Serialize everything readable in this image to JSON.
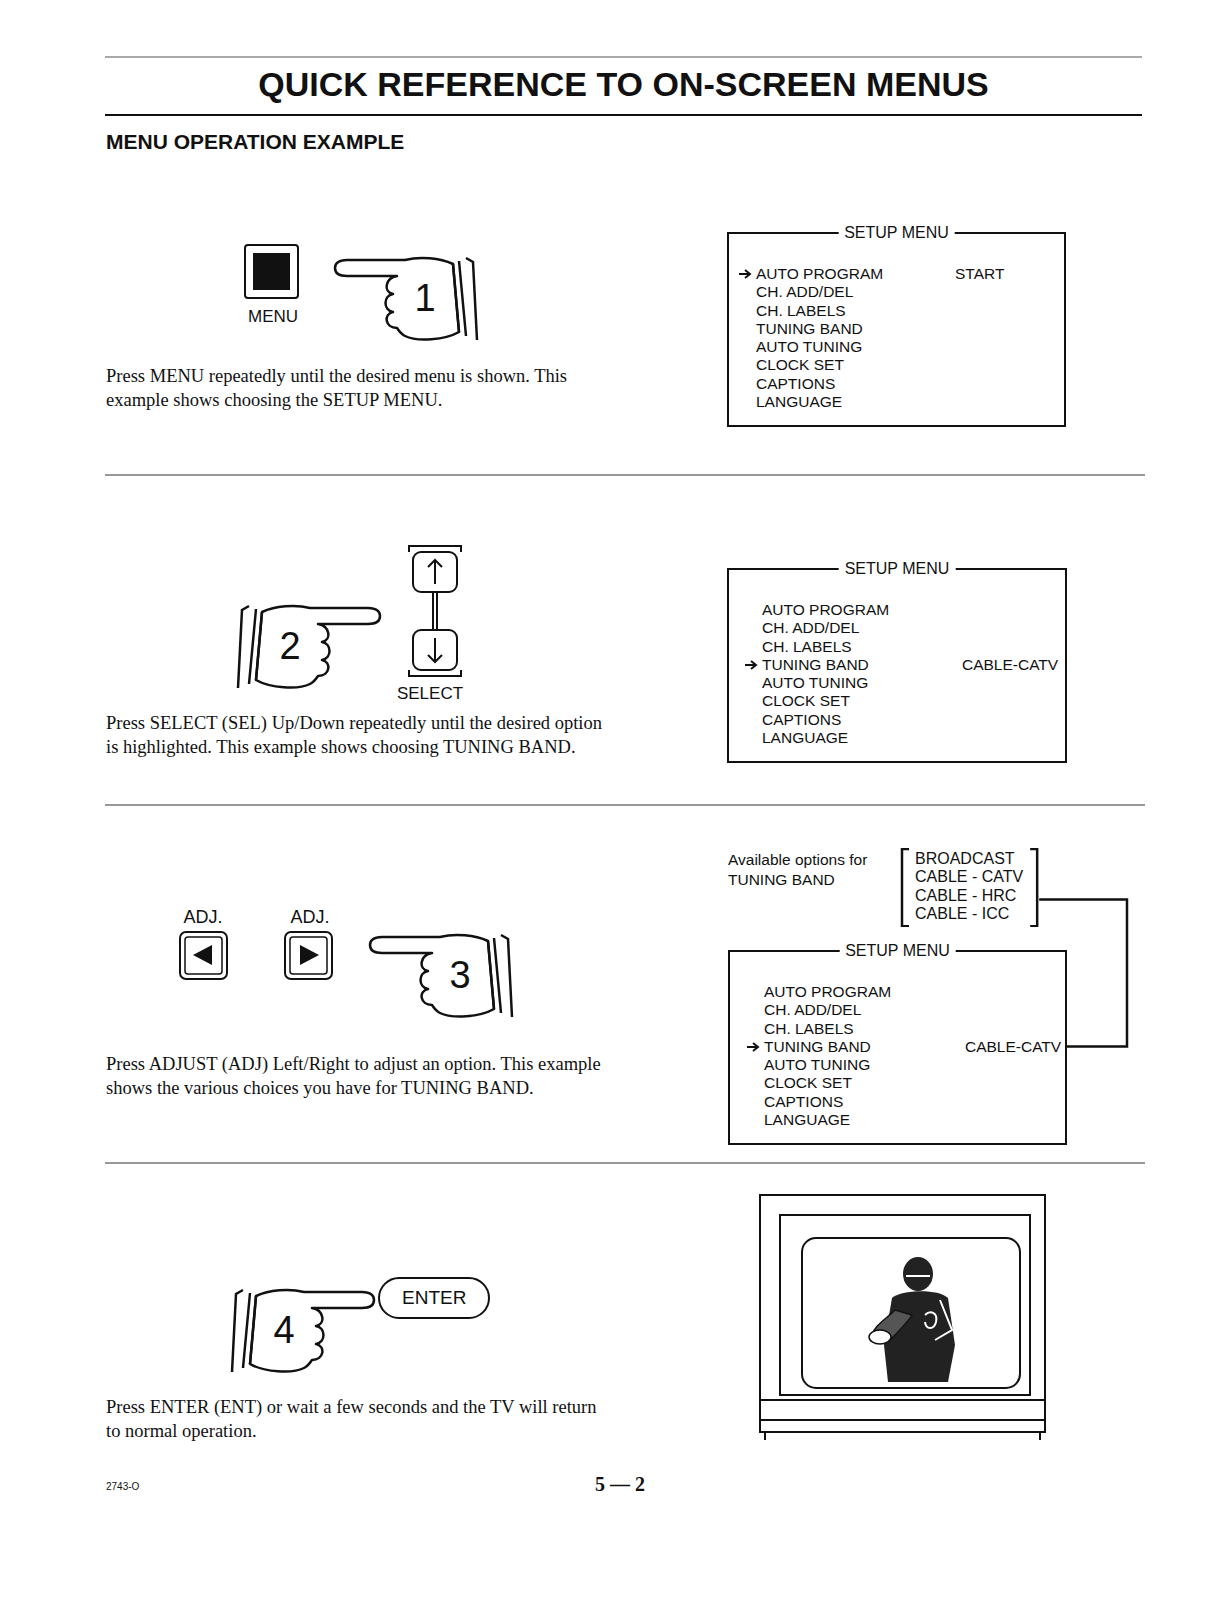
{
  "diagram": {
    "title": "QUICK REFERENCE TO ON-SCREEN MENUS",
    "nodes": [
      {
        "text": [
          "SETUP MENU",
          "AUTO PROGRAM",
          "CH. ADD/DEL",
          "CH. LABELS",
          "TUNING BAND",
          "AUTO TUNING",
          "CLOCK SET",
          "CAPTIONS",
          "LANGUAGE",
          "START"
        ]
      },
      {
        "text": [
          "SETUP MENU",
          "AUTO PROGRAM",
          "CH. ADD/DEL",
          "CH. LABELS",
          "TUNING BAND",
          "AUTO TUNING",
          "CLOCK SET",
          "CAPTIONS",
          "LANGUAGE",
          "CABLE-CATV"
        ]
      },
      {
        "text": [
          "BROADCAST",
          "CABLE - CATV",
          "CABLE - HRC",
          "CABLE - ICC"
        ]
      },
      {
        "text": [
          "SETUP MENU",
          "AUTO PROGRAM",
          "CH. ADD/DEL",
          "CH. LABELS",
          "TUNING BAND",
          "AUTO TUNING",
          "CLOCK SET",
          "CAPTIONS",
          "LANGUAGE",
          "CABLE-CATV"
        ]
      },
      {
        "text": [
          "ENTER"
        ]
      }
    ],
    "edges": [
      {
        "from": 2,
        "to": 3,
        "arrow": "none"
      }
    ],
    "labels": [
      "MENU OPERATION EXAMPLE",
      "MENU",
      "1",
      "Press MENU repeatedly until the desired menu is shown. This example shows choosing the SETUP MENU.",
      "2",
      "SELECT",
      "Press SELECT (SEL) Up/Down repeatedly until the desired option is highlighted. This example shows choosing TUNING BAND.",
      "ADJ.",
      "ADJ.",
      "3",
      "Press ADJUST (ADJ) Left/Right to adjust an option. This example shows the various choices you have for TUNING BAND.",
      "Available options for TUNING BAND",
      "4",
      "Press ENTER (ENT) or wait a few seconds and the TV will return to normal operation.",
      "2743-O",
      "5 — 2"
    ]
  }
}
